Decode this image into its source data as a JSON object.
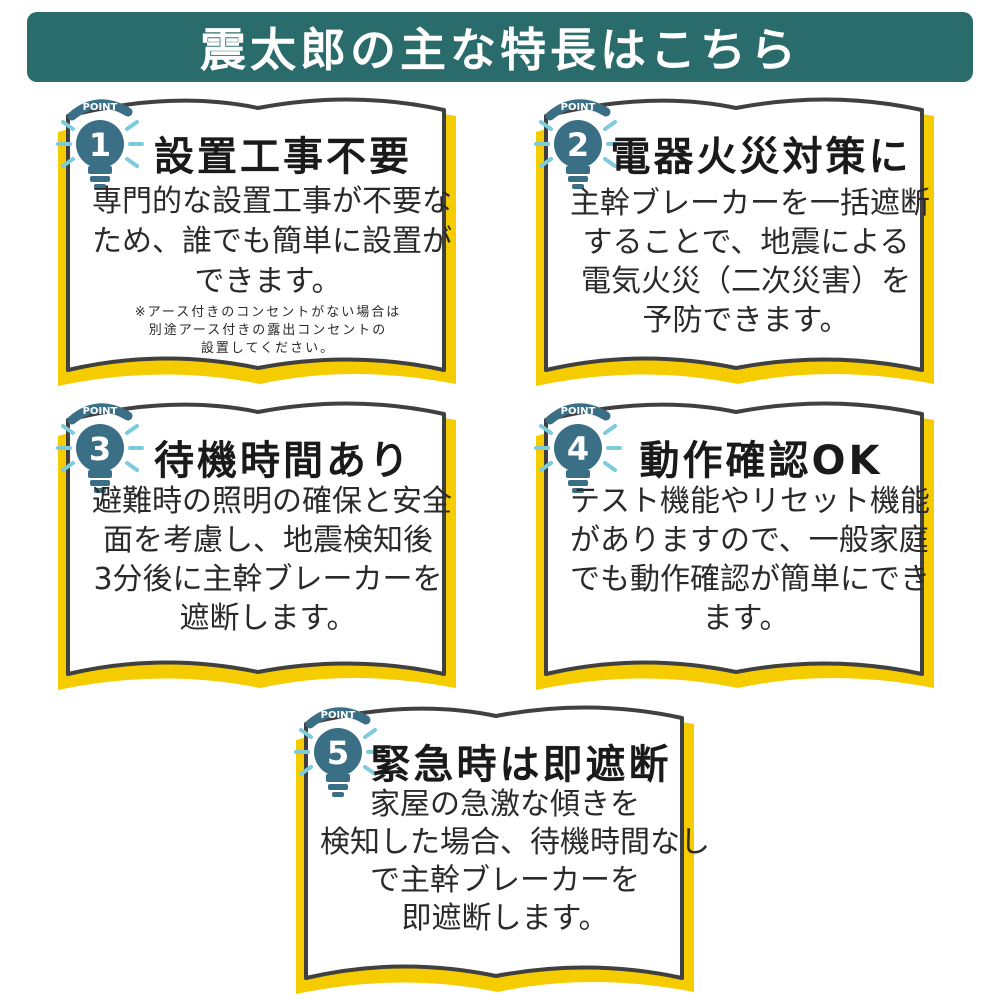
{
  "header": {
    "title": "震太郎の主な特長はこちら"
  },
  "colors": {
    "banner": "#2a6b6b",
    "book_fill": "#ffffff",
    "book_stroke": "#404040",
    "book_shadow": "#f5cc00",
    "bulb": "#3b6f86",
    "rays": "#7ecbdc"
  },
  "points": [
    {
      "badge": "POINT",
      "number": "1",
      "title": "設置工事不要",
      "body": [
        "専門的な設置工事が不要な",
        "ため、誰でも簡単に設置が",
        "できます。"
      ],
      "note": [
        "※アース付きのコンセントがない場合は",
        "別途アース付きの露出コンセントの",
        "設置してください。"
      ]
    },
    {
      "badge": "POINT",
      "number": "2",
      "title": "電器火災対策に",
      "body": [
        "主幹ブレーカーを一括遮断",
        "することで、地震による",
        "電気火災（二次災害）を",
        "予防できます。"
      ]
    },
    {
      "badge": "POINT",
      "number": "3",
      "title": "待機時間あり",
      "body": [
        "避難時の照明の確保と安全",
        "面を考慮し、地震検知後",
        "3分後に主幹ブレーカーを",
        "遮断します。"
      ]
    },
    {
      "badge": "POINT",
      "number": "4",
      "title": "動作確認OK",
      "body": [
        "テスト機能やリセット機能",
        "がありますので、一般家庭",
        "でも動作確認が簡単にでき",
        "ます。"
      ]
    },
    {
      "badge": "POINT",
      "number": "5",
      "title": "緊急時は即遮断",
      "body": [
        "家屋の急激な傾きを",
        "検知した場合、待機時間なし",
        "で主幹ブレーカーを",
        "即遮断します。"
      ]
    }
  ]
}
